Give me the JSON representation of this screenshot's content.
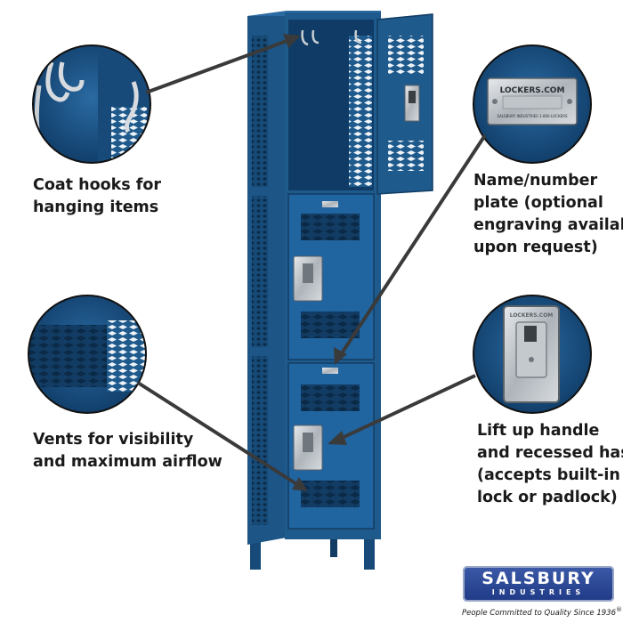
{
  "callouts": {
    "coat_hooks": [
      "Coat hooks for",
      "hanging items"
    ],
    "name_plate": [
      "Name/number",
      "plate (optional",
      "engraving available",
      "upon request)"
    ],
    "vents": [
      "Vents for visibility",
      "and maximum airflow"
    ],
    "handle": [
      "Lift up handle",
      "and recessed hasp",
      "(accepts built-in",
      "lock or padlock)"
    ]
  },
  "plate_text": {
    "main": "LOCKERS.COM",
    "small": "SALSBURY INDUSTRIES   1-800-LOCKERS"
  },
  "hasp_text": "LOCKERS.COM",
  "brand": {
    "name": "SALSBURY",
    "sub": "INDUSTRIES",
    "tagline": "People Committed to Quality Since 1936",
    "registered": "®"
  },
  "colors": {
    "locker_blue": "#1f5a8c",
    "locker_dark": "#123c63",
    "arrow": "#3a3a3a",
    "text": "#1a1a1a"
  }
}
